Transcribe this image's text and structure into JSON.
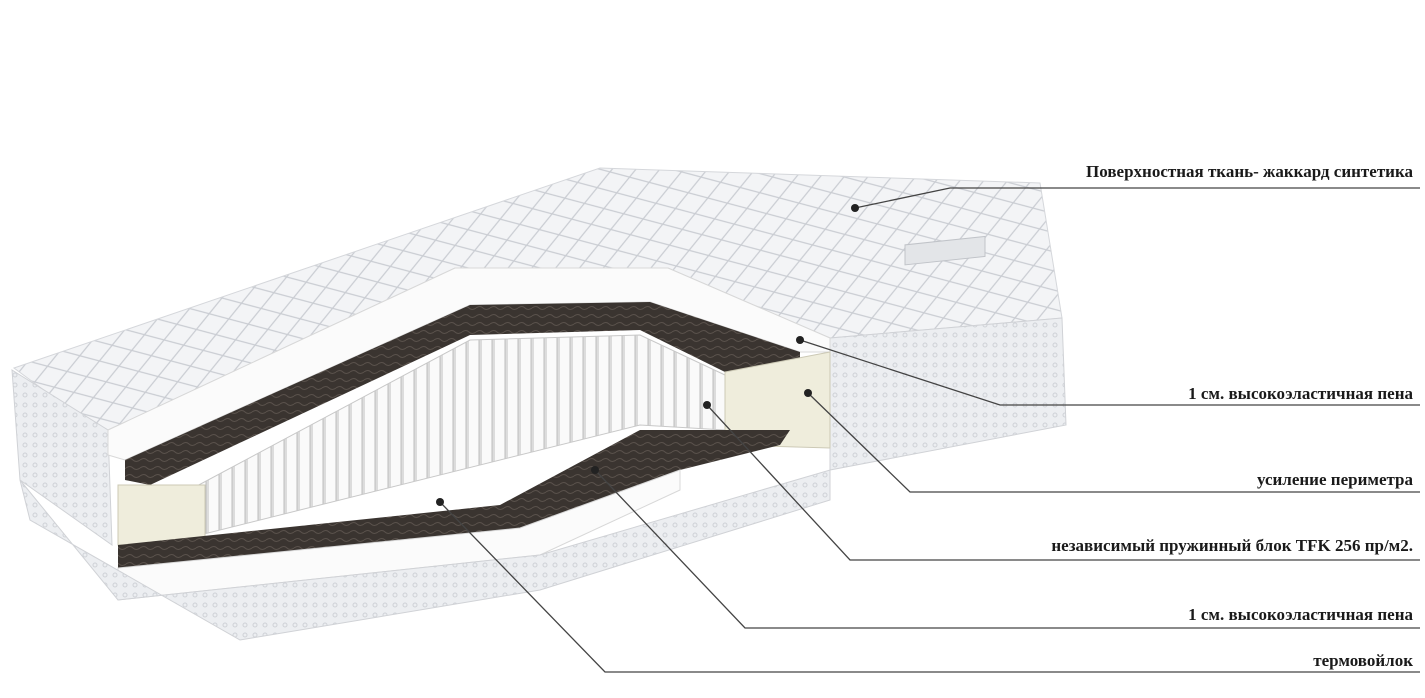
{
  "labels": [
    "Поверхностная ткань- жаккард синтетика",
    "1 см. высокоэластичная пена",
    "усиление периметра",
    "независимый пружинный блок TFK 256 пр/м2.",
    "1 см. высокоэластичная пена",
    "термовойлок"
  ],
  "colors": {
    "fabric": "#f1f2f4",
    "foam": "#fbfbfb",
    "felt": "#3a3430",
    "perimeter": "#efeddc",
    "text": "#1a1a1a"
  }
}
